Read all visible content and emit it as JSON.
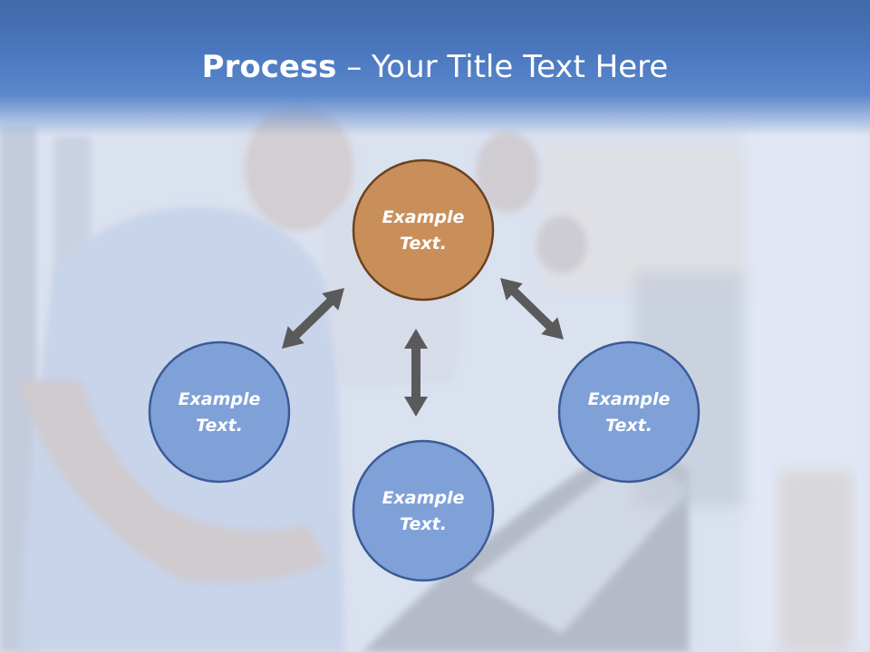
{
  "title": {
    "bold": "Process",
    "dash": " – ",
    "rest": "Your Title Text Here"
  },
  "colors": {
    "header": "#4a78c0",
    "node_primary": "#c98f5a",
    "node_primary_border": "#6b4220",
    "node_secondary": "#7fa1d8",
    "node_secondary_border": "#3b5a96",
    "arrow": "#5a5a5a"
  },
  "nodes": [
    {
      "id": "top",
      "line1": "Example",
      "line2": "Text."
    },
    {
      "id": "left",
      "line1": "Example",
      "line2": "Text."
    },
    {
      "id": "bottom",
      "line1": "Example",
      "line2": "Text."
    },
    {
      "id": "right",
      "line1": "Example",
      "line2": "Text."
    }
  ],
  "arrows": [
    {
      "from": "top",
      "to": "left"
    },
    {
      "from": "top",
      "to": "right"
    },
    {
      "from": "top",
      "to": "bottom"
    }
  ]
}
